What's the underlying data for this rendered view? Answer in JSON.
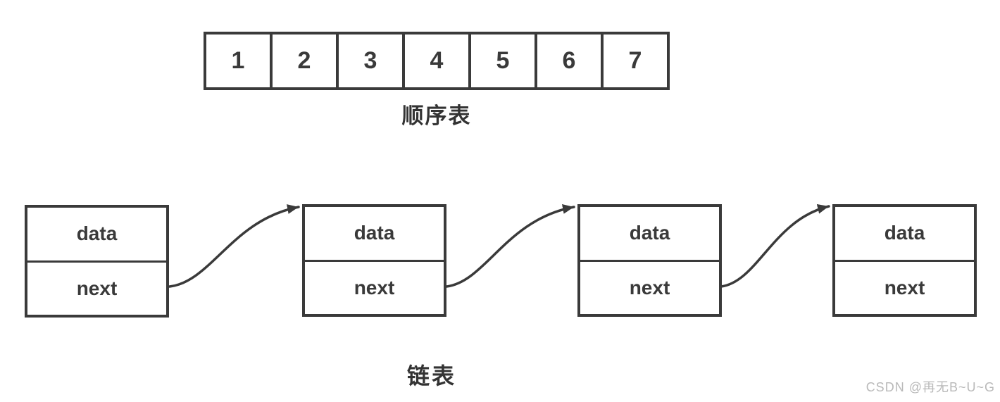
{
  "sequential_list": {
    "label": "顺序表",
    "cells": [
      "1",
      "2",
      "3",
      "4",
      "5",
      "6",
      "7"
    ]
  },
  "linked_list": {
    "label": "链表",
    "nodes": [
      {
        "data": "data",
        "next": "next"
      },
      {
        "data": "data",
        "next": "next"
      },
      {
        "data": "data",
        "next": "next"
      },
      {
        "data": "data",
        "next": "next"
      }
    ]
  },
  "watermark": {
    "text": "CSDN @再无B~U~G"
  },
  "colors": {
    "line": "#3a3a3a",
    "label_text": "#333333",
    "watermark": "#b9b9b9",
    "background": "#ffffff"
  }
}
